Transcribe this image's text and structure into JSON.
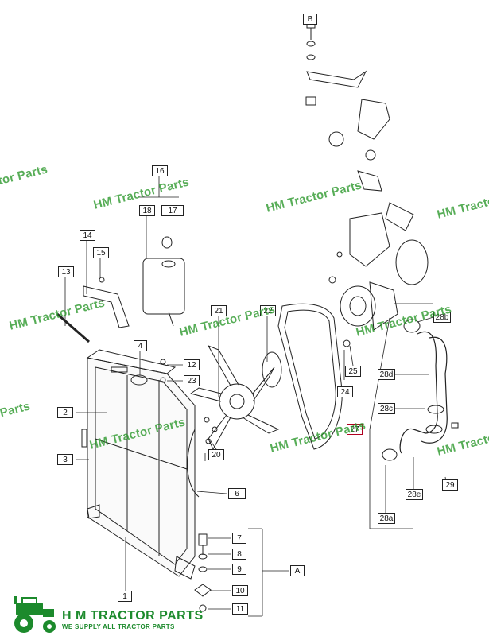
{
  "diagram": {
    "part_labels": [
      "1",
      "2",
      "3",
      "4",
      "6",
      "7",
      "8",
      "9",
      "10",
      "11",
      "12",
      "13",
      "14",
      "15",
      "16",
      "17",
      "18",
      "20",
      "21",
      "22",
      "23",
      "24",
      "25",
      "27",
      "28a",
      "28b",
      "28c",
      "28d",
      "28e",
      "29",
      "A",
      "B"
    ],
    "highlighted_labels": [
      "27"
    ],
    "watermark_text": "HM Tractor Parts",
    "accent_color": "#1c8a2c",
    "highlight_color": "#b00020"
  },
  "footer": {
    "brand": "H M TRACTOR PARTS",
    "tagline": "WE SUPPLY ALL TRACTOR PARTS",
    "logo_icon": "tractor-icon"
  }
}
